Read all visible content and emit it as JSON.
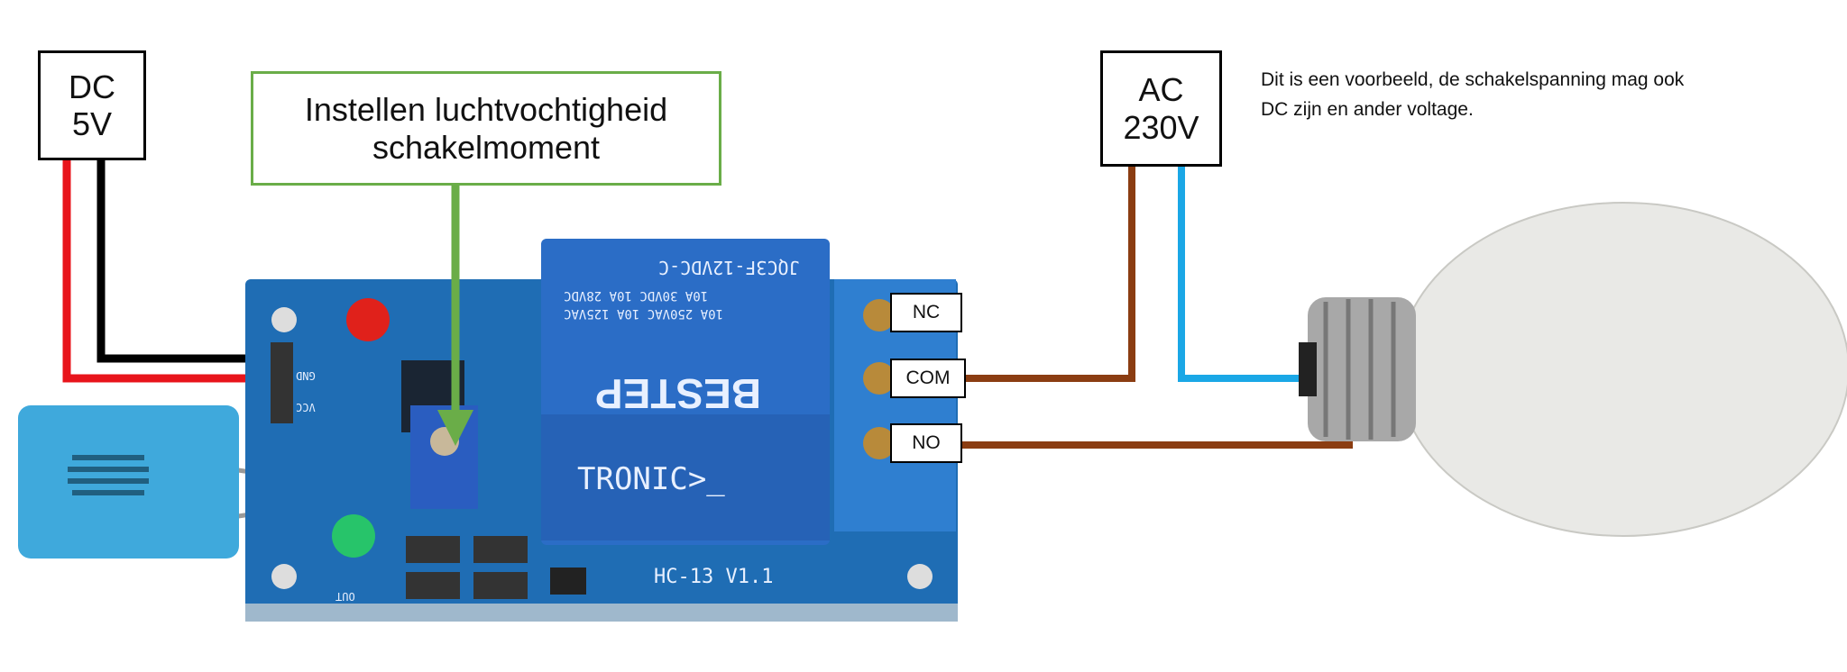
{
  "power_label": {
    "line1": "DC",
    "line2": "5V"
  },
  "adjust_label": {
    "line1": "Instellen luchtvochtigheid",
    "line2": "schakelmoment"
  },
  "ac_label": {
    "line1": "AC",
    "line2": "230V"
  },
  "note": {
    "line1": "Dit is een voorbeeld, de schakelspanning mag ook",
    "line2": "DC zijn en ander voltage."
  },
  "terminals": {
    "nc": "NC",
    "com": "COM",
    "no": "NO"
  },
  "board": {
    "model": "HC-13  V1.1",
    "relay_brand": "BESTEP",
    "relay_model": "JQC3F-12VDC-C",
    "relay_rating1": "10A 250VAC 10A 125VAC",
    "relay_rating2": "10A 30VDC 10A 28VDC",
    "logo": "TRONIC>_",
    "pin_gnd": "GND",
    "pin_vcc": "VCC",
    "pin_out": "OUT"
  },
  "colors": {
    "dc_pos": "#e8141b",
    "dc_neg": "#000000",
    "ac_line": "#8b3d12",
    "ac_neutral": "#1aa7e6",
    "arrow": "#6aad48",
    "pcb": "#1f6db4"
  }
}
